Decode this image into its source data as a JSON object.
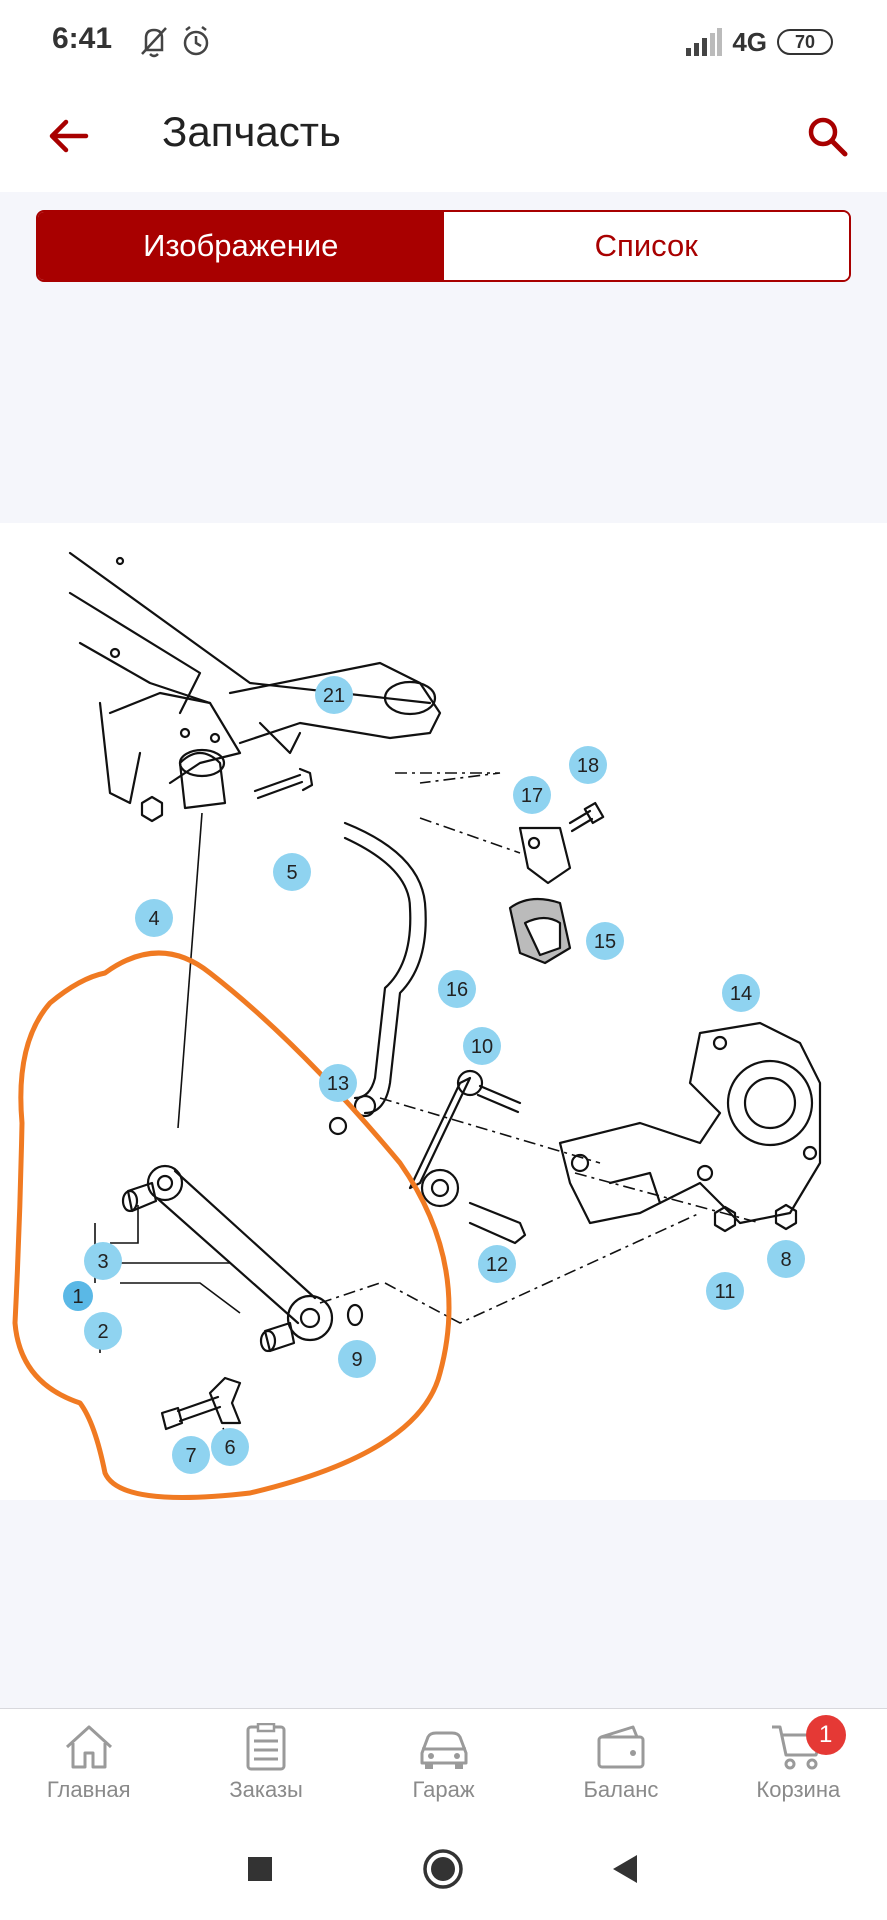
{
  "status_bar": {
    "time": "6:41",
    "network": "4G",
    "battery": "70",
    "icons": [
      "muted-icon",
      "alarm-icon",
      "signal-icon",
      "battery-icon"
    ]
  },
  "app_bar": {
    "title": "Запчасть",
    "back_icon": "arrow-left-icon",
    "search_icon": "search-icon"
  },
  "tabs": [
    {
      "label": "Изображение",
      "active": true
    },
    {
      "label": "Список",
      "active": false
    }
  ],
  "diagram": {
    "callouts": [
      "1",
      "2",
      "3",
      "4",
      "5",
      "6",
      "7",
      "8",
      "9",
      "10",
      "11",
      "12",
      "13",
      "14",
      "15",
      "16",
      "17",
      "18",
      "21"
    ]
  },
  "bottom_nav": {
    "items": [
      {
        "label": "Главная",
        "icon": "home-icon"
      },
      {
        "label": "Заказы",
        "icon": "orders-icon"
      },
      {
        "label": "Гараж",
        "icon": "car-icon"
      },
      {
        "label": "Баланс",
        "icon": "wallet-icon"
      },
      {
        "label": "Корзина",
        "icon": "cart-icon"
      }
    ],
    "cart_badge": "1"
  },
  "colors": {
    "accent": "#a80000",
    "callout": "#8fd3f0",
    "highlight": "#f07a22",
    "badge": "#e53935"
  }
}
